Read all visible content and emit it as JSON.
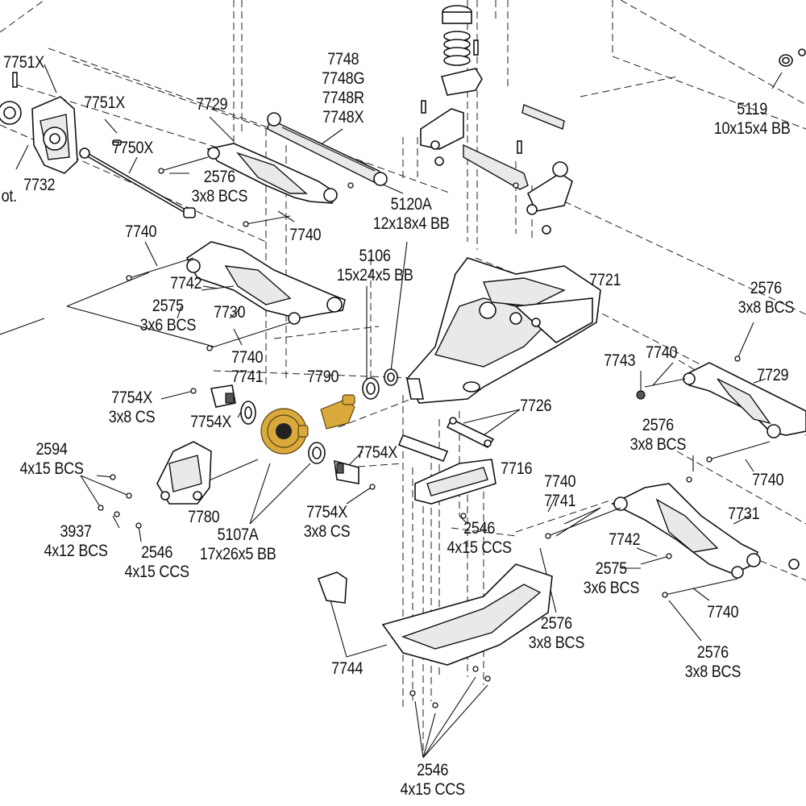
{
  "labels": {
    "p7751x_a": {
      "l1": "7751X"
    },
    "p7751x_b": {
      "l1": "7751X"
    },
    "p7732": {
      "l1": "7732"
    },
    "pot": {
      "l1": "ot."
    },
    "p7750x": {
      "l1": "7750X"
    },
    "p7729_a": {
      "l1": "7729"
    },
    "p2576_a": {
      "l1": "2576",
      "l2": "3x8 BCS"
    },
    "p7748": {
      "l1": "7748",
      "l2": "7748G",
      "l3": "7748R",
      "l4": "7748X"
    },
    "p5119": {
      "l1": "5119",
      "l2": "10x15x4 BB"
    },
    "p5120a": {
      "l1": "5120A",
      "l2": "12x18x4 BB"
    },
    "p7740_a": {
      "l1": "7740"
    },
    "p7740_b": {
      "l1": "7740"
    },
    "p5106": {
      "l1": "5106",
      "l2": "15x24x5 BB"
    },
    "p7742_a": {
      "l1": "7742"
    },
    "p2575_a": {
      "l1": "2575",
      "l2": "3x6 BCS"
    },
    "p7730": {
      "l1": "7730"
    },
    "p7721": {
      "l1": "7721"
    },
    "p2576_b": {
      "l1": "2576",
      "l2": "3x8 BCS"
    },
    "p7740_c": {
      "l1": "7740",
      "l2": "7741"
    },
    "p7790": {
      "l1": "7790"
    },
    "p7743": {
      "l1": "7743"
    },
    "p7740_d": {
      "l1": "7740"
    },
    "p7729_b": {
      "l1": "7729"
    },
    "p7754x_a": {
      "l1": "7754X",
      "l2": "3x8 CS"
    },
    "p7754x_b": {
      "l1": "7754X"
    },
    "p7726": {
      "l1": "7726"
    },
    "p2576_c": {
      "l1": "2576",
      "l2": "3x8 BCS"
    },
    "p2594": {
      "l1": "2594",
      "l2": "4x15 BCS"
    },
    "p7754x_c": {
      "l1": "7754X"
    },
    "p7716": {
      "l1": "7716"
    },
    "p7740_e": {
      "l1": "7740"
    },
    "p7740_f": {
      "l1": "7740",
      "l2": "7741"
    },
    "p7731": {
      "l1": "7731"
    },
    "p7780": {
      "l1": "7780"
    },
    "p7754x_d": {
      "l1": "7754X",
      "l2": "3x8 CS"
    },
    "p2546_a": {
      "l1": "2546",
      "l2": "4x15 CCS"
    },
    "p3937": {
      "l1": "3937",
      "l2": "4x12 BCS"
    },
    "p2546_b": {
      "l1": "2546",
      "l2": "4x15 CCS"
    },
    "p5107a": {
      "l1": "5107A",
      "l2": "17x26x5 BB"
    },
    "p7742_b": {
      "l1": "7742"
    },
    "p2575_b": {
      "l1": "2575",
      "l2": "3x6 BCS"
    },
    "p7740_g": {
      "l1": "7740"
    },
    "p2576_d": {
      "l1": "2576",
      "l2": "3x8 BCS"
    },
    "p7744": {
      "l1": "7744"
    },
    "p2576_e": {
      "l1": "2576",
      "l2": "3x8 BCS"
    },
    "p2546_c": {
      "l1": "2546",
      "l2": "4x15 CCS"
    }
  },
  "colors": {
    "line": "#111111",
    "gear": "#d9a93c",
    "background": "#ffffff"
  }
}
